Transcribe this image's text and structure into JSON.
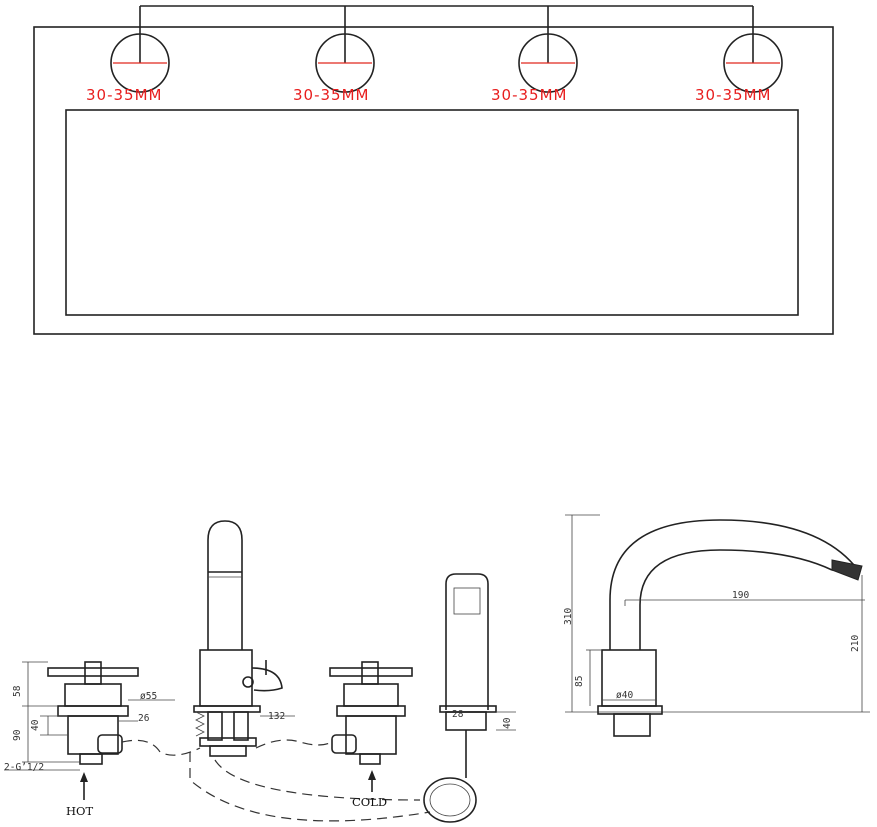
{
  "hole_size_label": "30-35MM",
  "hole_labels": [
    "30-35MM",
    "30-35MM",
    "30-35MM",
    "30-35MM"
  ],
  "colors": {
    "annotation": "#e81e1e",
    "line": "#222222"
  },
  "dimensions": {
    "d55": "ø55",
    "d26": "26",
    "d132": "132",
    "d28": "28",
    "d40_spout": "ø40",
    "h58": "58",
    "h40_valve": "40",
    "h90": "90",
    "h40_hand": "40",
    "h310": "310",
    "h85": "85",
    "h210": "210",
    "w190": "190",
    "thread": "2-G’1/2"
  },
  "labels": {
    "hot": "HOT",
    "cold": "COLD"
  }
}
